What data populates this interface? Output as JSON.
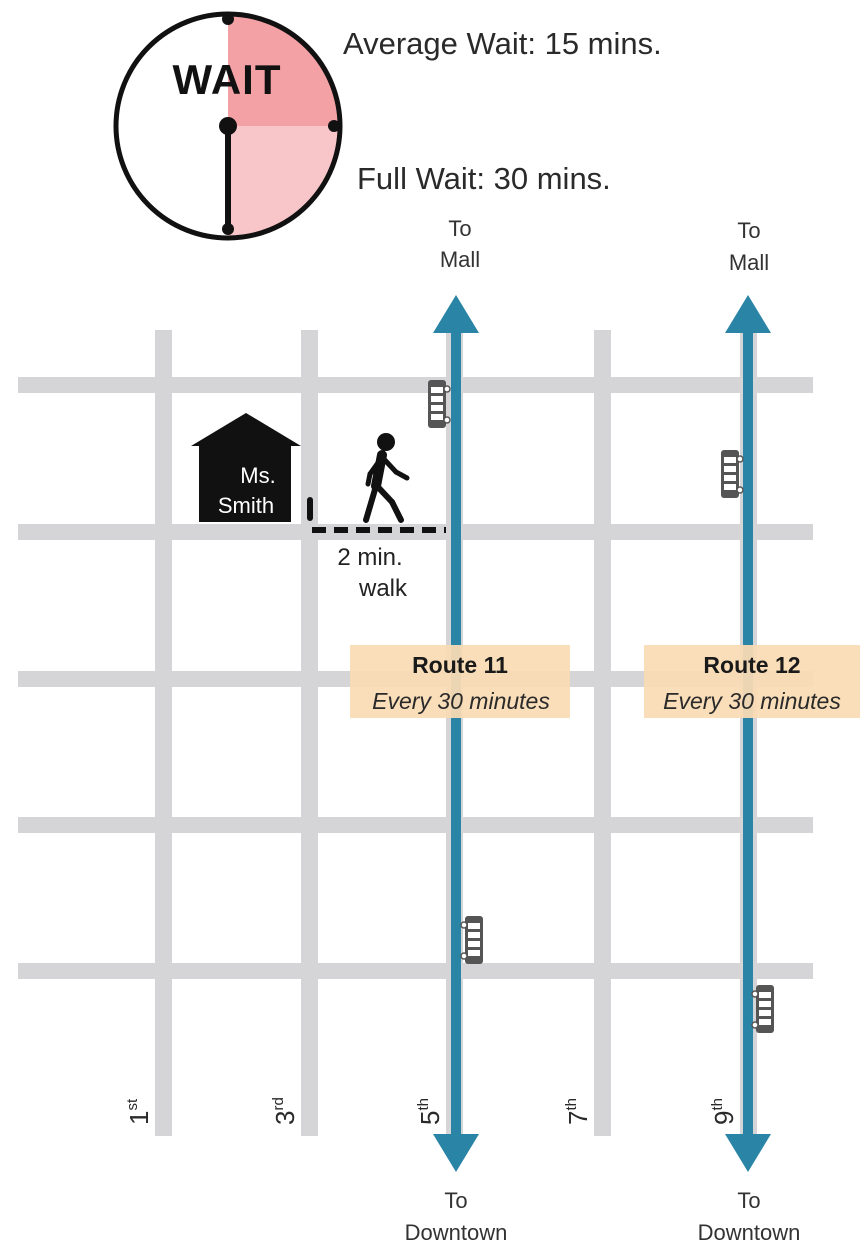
{
  "wait_legend": {
    "clock_label": "WAIT",
    "average_wait": "Average Wait: 15 mins.",
    "full_wait": "Full Wait: 30 mins."
  },
  "home": {
    "label_line1": "Ms.",
    "label_line2": "Smith"
  },
  "walk": {
    "line1": "2 min.",
    "line2": "walk"
  },
  "routes": [
    {
      "name": "Route 11",
      "frequency": "Every 30 minutes",
      "north_line1": "To",
      "north_line2": "Mall",
      "south_line1": "To",
      "south_line2": "Downtown"
    },
    {
      "name": "Route 12",
      "frequency": "Every 30 minutes",
      "north_line1": "To",
      "north_line2": "Mall",
      "south_line1": "To",
      "south_line2": "Downtown"
    }
  ],
  "streets": [
    {
      "num": "1",
      "suffix": "st"
    },
    {
      "num": "3",
      "suffix": "rd"
    },
    {
      "num": "5",
      "suffix": "th"
    },
    {
      "num": "7",
      "suffix": "th"
    },
    {
      "num": "9",
      "suffix": "th"
    }
  ],
  "colors": {
    "route_line": "#2a84a6",
    "street": "#d5d5d7",
    "wait_avg": "#f4a1a6",
    "wait_full": "#f8c6c9",
    "label_bg": "#fadcb4",
    "bus": "#555555"
  },
  "icons": [
    "clock-icon",
    "house-icon",
    "pedestrian-icon",
    "bus-icon"
  ]
}
